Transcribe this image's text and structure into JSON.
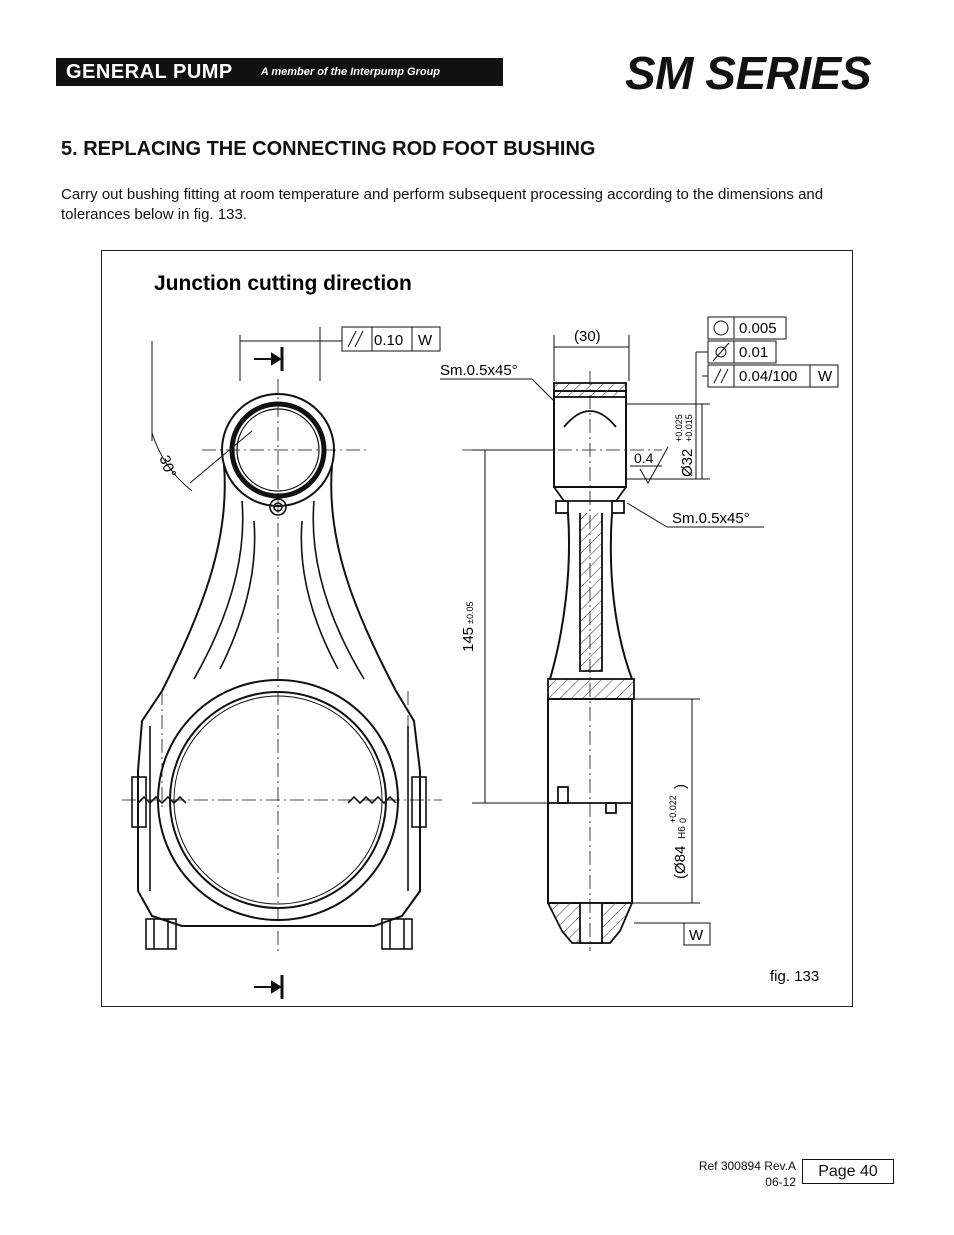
{
  "header": {
    "brand": "GENERAL PUMP",
    "tagline": "A member of the Interpump Group",
    "series": "SM SERIES"
  },
  "section": {
    "heading": "5. REPLACING THE CONNECTING ROD FOOT BUSHING",
    "paragraph": "Carry out bushing fitting at room temperature and perform subsequent processing according to the dimensions and tolerances below in fig. 133."
  },
  "figure": {
    "junction_label": "Junction cutting direction",
    "parallelism_value": "0.10",
    "datum": "W",
    "width_dim": "(30)",
    "chamfer_top": "Sm.0.5x45°",
    "chamfer_bottom": "Sm.0.5x45°",
    "circularity": "0.005",
    "cylindricity": "0.01",
    "parallel_per": "0.04/100",
    "roughness": "0.4",
    "angle": "30°",
    "bore_small": "Ø32",
    "bore_small_tol_upper": "+0.025",
    "bore_small_tol_lower": "+0.015",
    "center_dist": "145",
    "center_dist_tol": "±0.05",
    "bore_big": "(Ø84",
    "bore_big_fit": "H6",
    "bore_big_tol_upper": "+0.022",
    "bore_big_tol_lower": "0",
    "bore_big_close": ")",
    "datum_bottom": "W",
    "caption": "fig. 133"
  },
  "footer": {
    "ref": "Ref 300894 Rev.A",
    "date": "06-12",
    "page": "Page 40"
  }
}
